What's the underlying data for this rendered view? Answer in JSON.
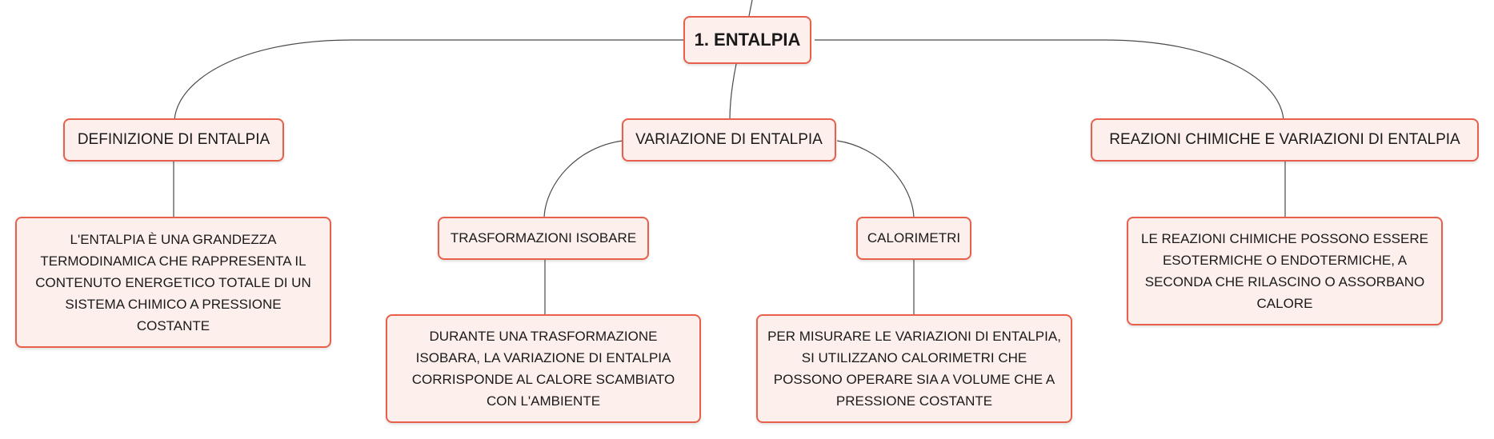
{
  "diagram": {
    "root": {
      "label": "1. ENTALPIA"
    },
    "topics": [
      {
        "label": "DEFINIZIONE DI ENTALPIA",
        "detail": "L'ENTALPIA È UNA GRANDEZZA TERMODINAMICA CHE RAPPRESENTA IL CONTENUTO ENERGETICO TOTALE DI UN SISTEMA CHIMICO A PRESSIONE COSTANTE"
      },
      {
        "label": "VARIAZIONE DI ENTALPIA",
        "subtopics": [
          {
            "label": "TRASFORMAZIONI ISOBARE",
            "detail": "DURANTE UNA TRASFORMAZIONE ISOBARA, LA VARIAZIONE DI ENTALPIA CORRISPONDE AL CALORE SCAMBIATO CON L'AMBIENTE"
          },
          {
            "label": "CALORIMETRI",
            "detail": "PER MISURARE LE VARIAZIONI DI ENTALPIA, SI UTILIZZANO CALORIMETRI CHE POSSONO OPERARE SIA A VOLUME CHE A PRESSIONE COSTANTE"
          }
        ]
      },
      {
        "label": "REAZIONI CHIMICHE E VARIAZIONI DI ENTALPIA",
        "detail": "LE REAZIONI CHIMICHE POSSONO ESSERE ESOTERMICHE O ENDOTERMICHE, A SECONDA CHE RILASCINO O ASSORBANO CALORE"
      }
    ],
    "colors": {
      "node_border": "#e8604c",
      "node_fill": "#fdf0ec",
      "connector": "#4a4a4a"
    }
  }
}
